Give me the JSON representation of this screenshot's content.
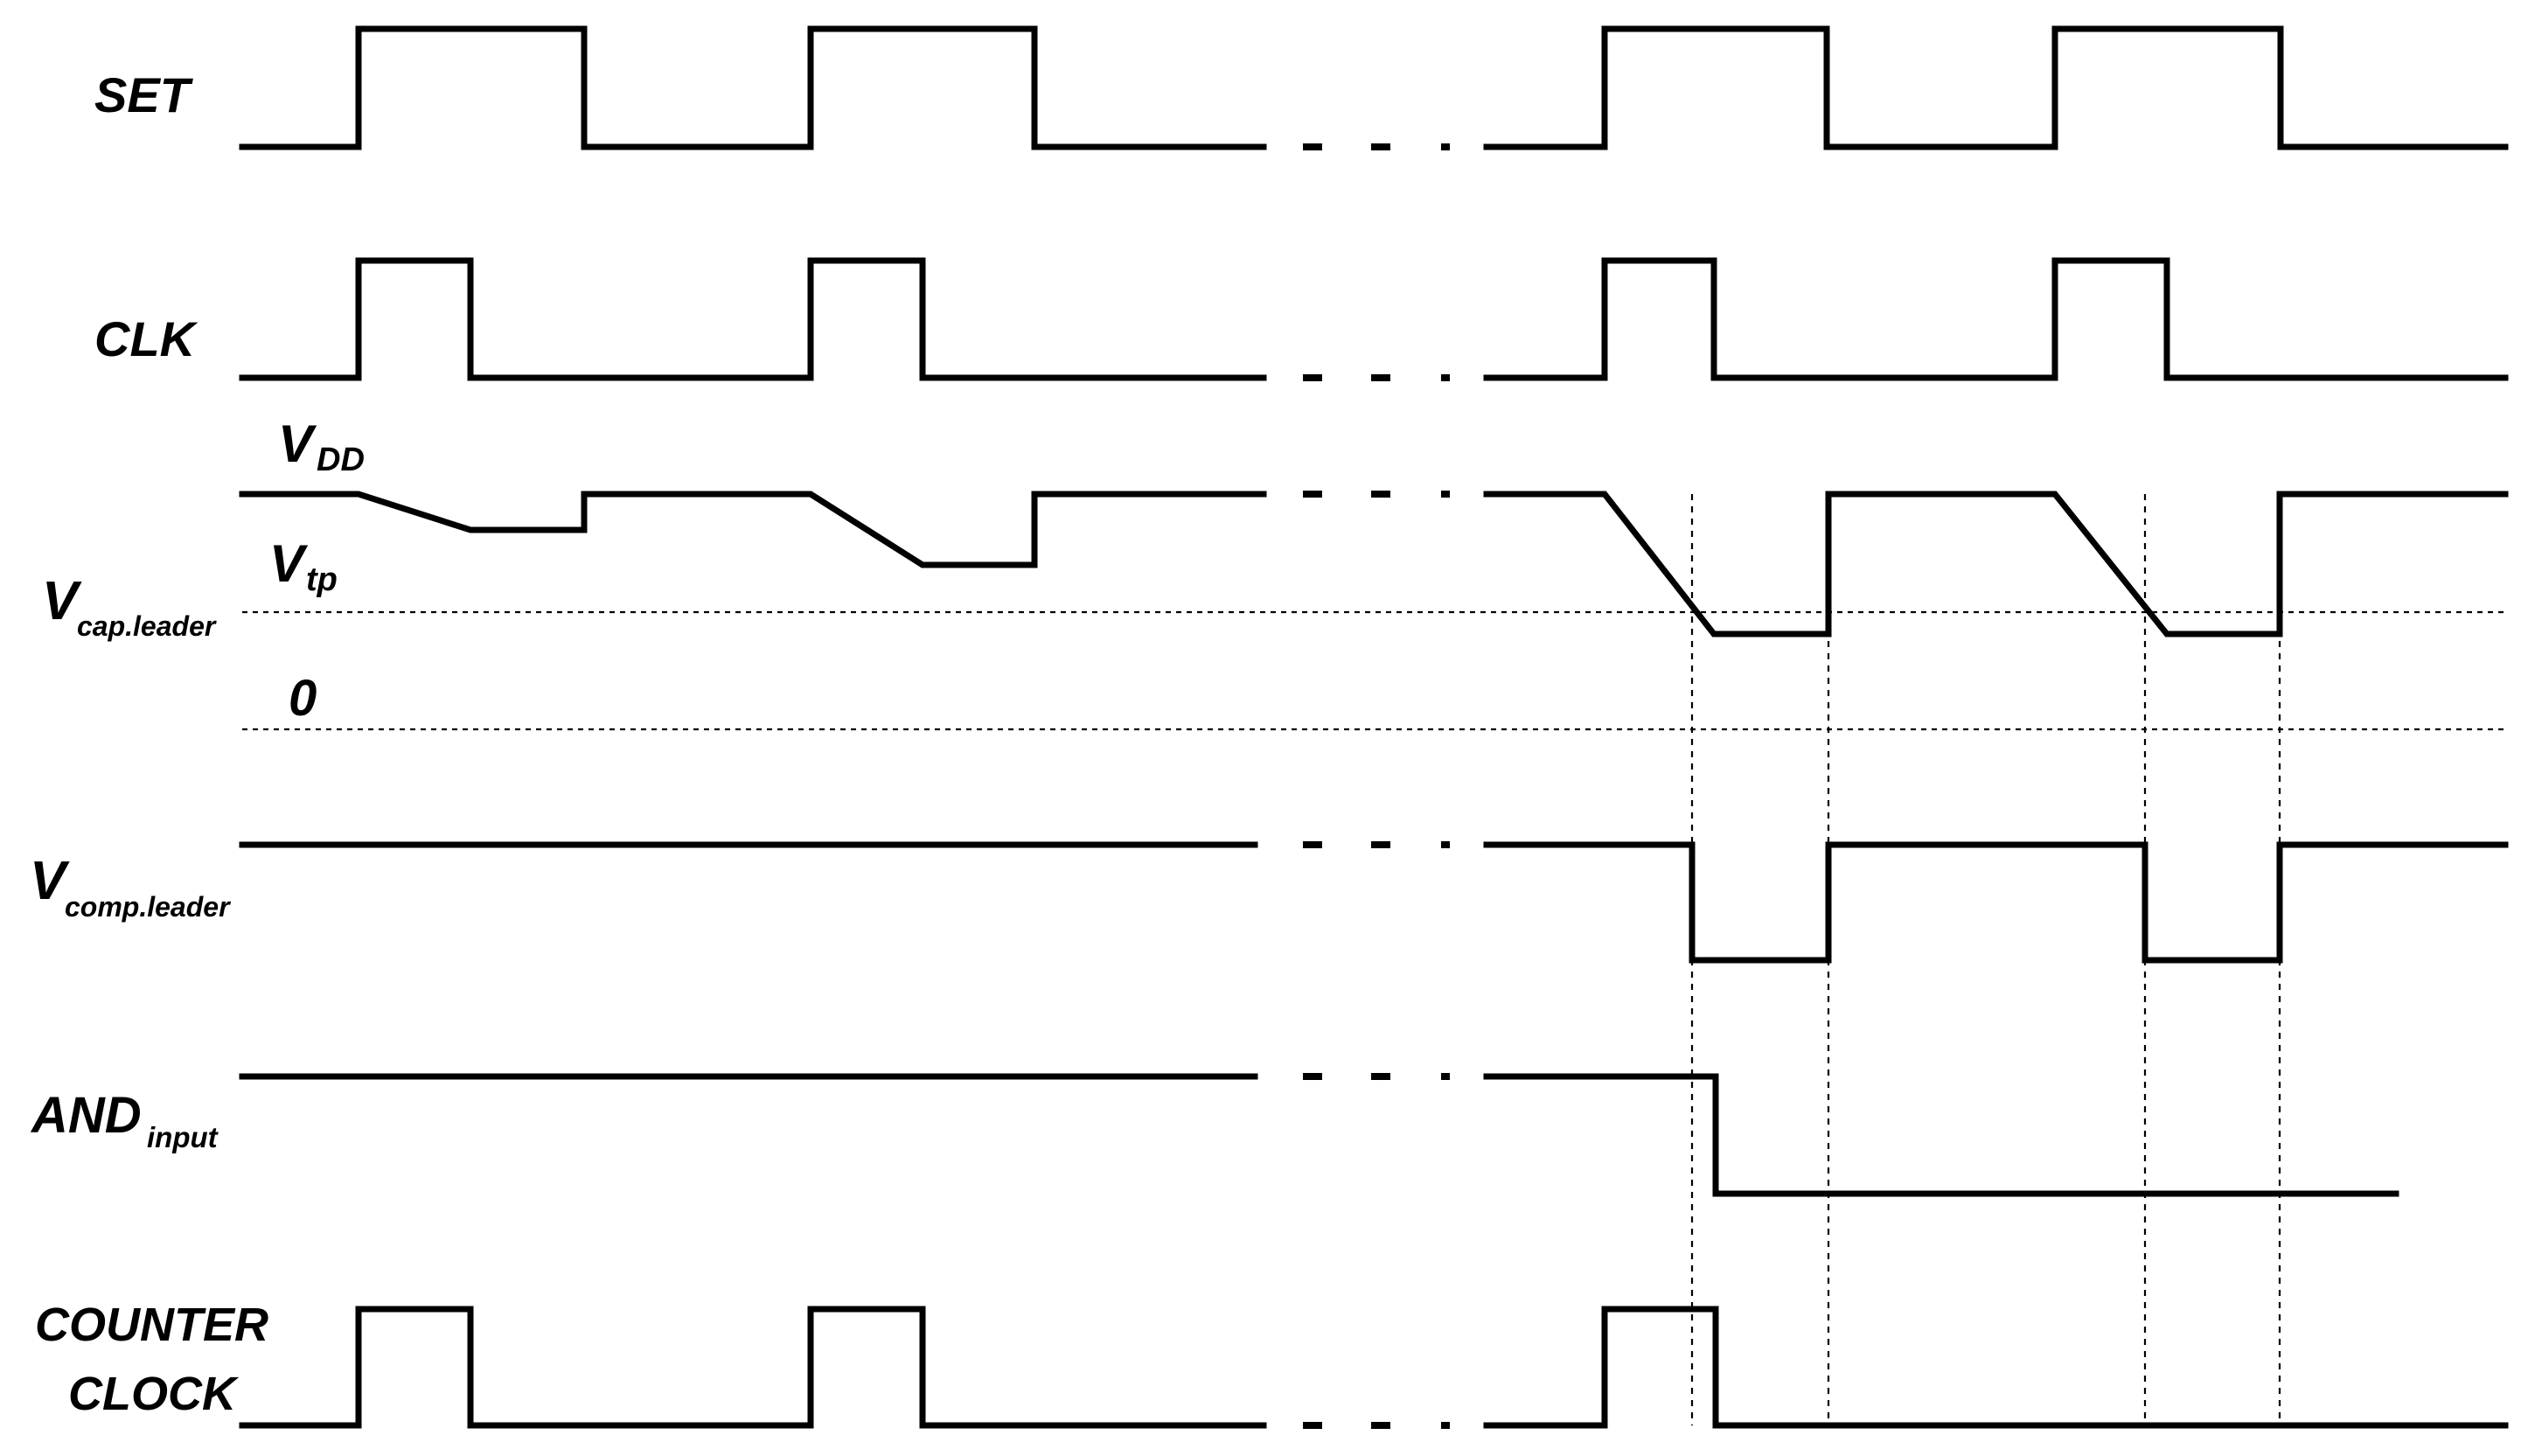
{
  "labels": {
    "set": "SET",
    "clk": "CLK",
    "vdd_main": "V",
    "vdd_sub": "DD",
    "vtp_main": "V",
    "vtp_sub": "tp",
    "vcap_main": "V",
    "vcap_sub": "cap.leader",
    "zero": "0",
    "vcomp_main": "V",
    "vcomp_sub": "comp.leader",
    "and_main": "AND",
    "and_sub": "input",
    "counter": "COUNTER",
    "clock": "CLOCK"
  }
}
